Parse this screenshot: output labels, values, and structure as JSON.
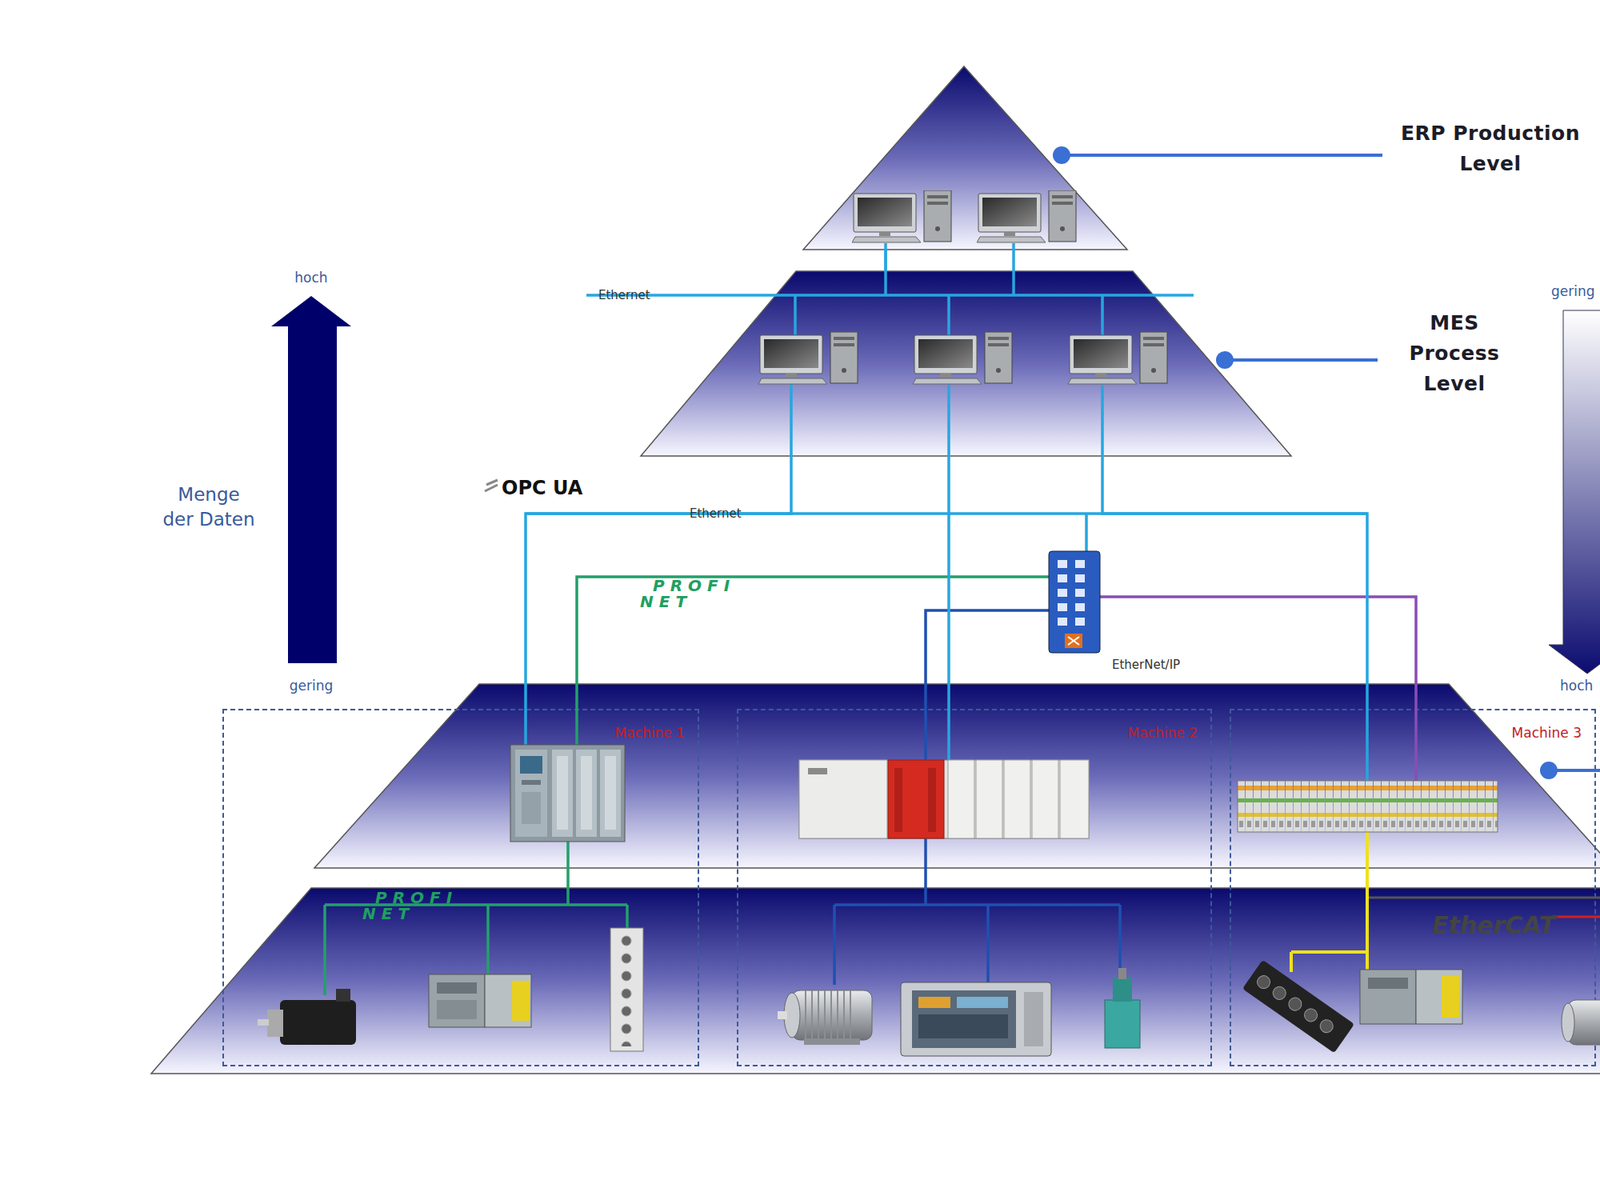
{
  "diagram": {
    "nodes": [
      {
        "text": [
          "ERP Production Level"
        ]
      },
      {
        "text": [
          "MES Process Level"
        ]
      },
      {
        "text": [
          "Machine 1"
        ]
      },
      {
        "text": [
          "Machine 2"
        ]
      },
      {
        "text": [
          "Machine 3"
        ]
      }
    ],
    "edges": [
      {
        "from": 0,
        "to": 1,
        "arrow": "none"
      },
      {
        "from": 1,
        "to": 2,
        "arrow": "none"
      },
      {
        "from": 1,
        "to": 3,
        "arrow": "none"
      },
      {
        "from": 1,
        "to": 4,
        "arrow": "none"
      }
    ],
    "labels": [
      "hoch",
      "Menge der Daten",
      "gering",
      "gering",
      "hoch",
      "Ethernet",
      "OPC UA",
      "Ethernet",
      "PROFI NET",
      "EtherNet/IP",
      "PROFI NET",
      "EtherCAT"
    ]
  }
}
